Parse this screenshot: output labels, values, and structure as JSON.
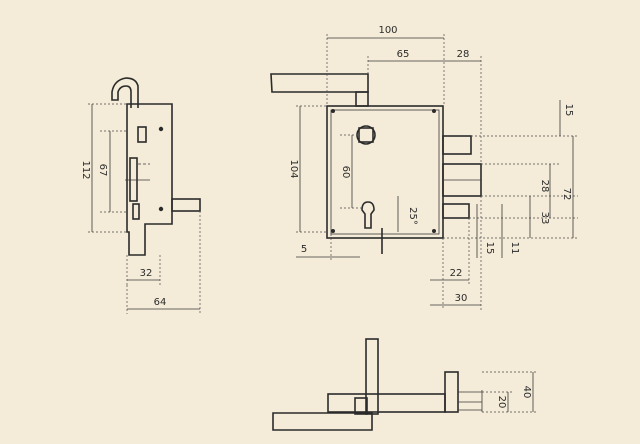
{
  "dimensions": {
    "side_112": "112",
    "side_67": "67",
    "side_32": "32",
    "side_64": "64",
    "front_100": "100",
    "front_65": "65",
    "front_28_top": "28",
    "front_104": "104",
    "front_60": "60",
    "front_25deg": "25°",
    "front_5": "5",
    "front_15_right": "15",
    "front_28_right": "28",
    "front_72": "72",
    "front_33": "33",
    "front_15_low": "15",
    "front_11": "11",
    "front_22": "22",
    "front_30": "30",
    "bottom_20": "20",
    "bottom_40": "40"
  },
  "colors": {
    "paper": "#f4ecd8",
    "ink": "#2b2b2b"
  }
}
